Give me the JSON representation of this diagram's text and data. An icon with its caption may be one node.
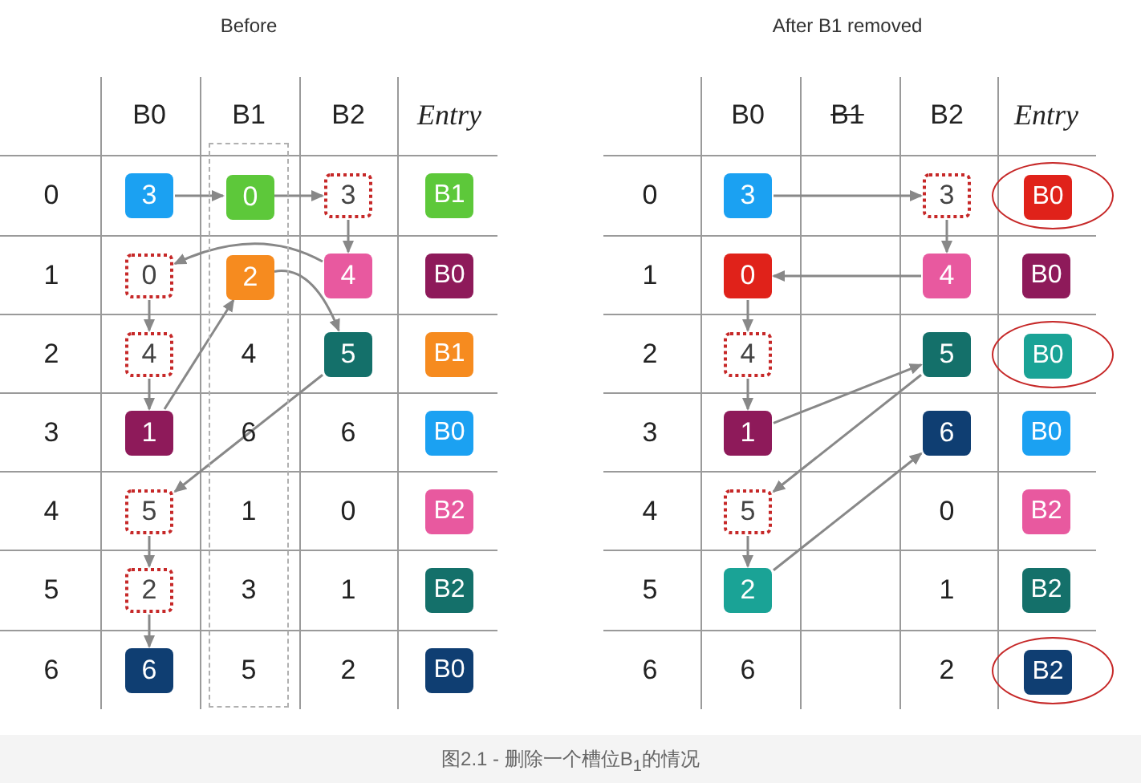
{
  "diagram": {
    "caption": "图2.1 - 删除一个槽位B$_{1}$的情况",
    "nodes": [
      {
        "text": [],
        "shape": "box"
      },
      {
        "text": [
          "3"
        ]
      },
      {
        "text": [
          "0"
        ],
        "in": 0
      },
      {
        "text": [
          "3"
        ]
      },
      {
        "text": [
          "B1"
        ]
      },
      {
        "text": [
          "0"
        ]
      },
      {
        "text": [
          "2"
        ],
        "in": 0
      },
      {
        "text": [
          "4"
        ]
      },
      {
        "text": [
          "B0"
        ]
      },
      {
        "text": [
          "4"
        ]
      },
      {
        "text": [
          "5"
        ]
      },
      {
        "text": [
          "B1"
        ]
      },
      {
        "text": [
          "1"
        ]
      },
      {
        "text": [
          "B0"
        ]
      },
      {
        "text": [
          "5"
        ]
      },
      {
        "text": [
          "B2"
        ]
      },
      {
        "text": [
          "2"
        ]
      },
      {
        "text": [
          "B2"
        ]
      },
      {
        "text": [
          "6"
        ]
      },
      {
        "text": [
          "B0"
        ]
      },
      {
        "text": [
          "3"
        ]
      },
      {
        "text": [
          "3"
        ]
      },
      {
        "text": [],
        "shape": "circle"
      },
      {
        "text": [
          "B0"
        ],
        "in": 22
      },
      {
        "text": [
          "0"
        ]
      },
      {
        "text": [
          "4"
        ]
      },
      {
        "text": [
          "B0"
        ]
      },
      {
        "text": [
          "4"
        ]
      },
      {
        "text": [
          "5"
        ]
      },
      {
        "text": [],
        "shape": "circle"
      },
      {
        "text": [
          "B0"
        ],
        "in": 29
      },
      {
        "text": [
          "1"
        ]
      },
      {
        "text": [
          "6"
        ]
      },
      {
        "text": [
          "B0"
        ]
      },
      {
        "text": [
          "5"
        ]
      },
      {
        "text": [
          "B2"
        ]
      },
      {
        "text": [
          "2"
        ]
      },
      {
        "text": [
          "B2"
        ]
      },
      {
        "text": [],
        "shape": "circle"
      },
      {
        "text": [
          "B2"
        ],
        "in": 38
      }
    ],
    "edges": [
      {
        "from": 1,
        "to": 2,
        "arrow": "to"
      },
      {
        "from": 2,
        "to": 3,
        "arrow": "to"
      },
      {
        "from": 3,
        "to": 7,
        "arrow": "to"
      },
      {
        "from": 7,
        "to": 5,
        "arrow": "to"
      },
      {
        "from": 5,
        "to": 9,
        "arrow": "to"
      },
      {
        "from": 9,
        "to": 12,
        "arrow": "to"
      },
      {
        "from": 12,
        "to": 6,
        "arrow": "to"
      },
      {
        "from": 6,
        "to": 10,
        "arrow": "to"
      },
      {
        "from": 10,
        "to": 14,
        "arrow": "to"
      },
      {
        "from": 14,
        "to": 16,
        "arrow": "to"
      },
      {
        "from": 16,
        "to": 18,
        "arrow": "to"
      },
      {
        "from": 20,
        "to": 21,
        "arrow": "to"
      },
      {
        "from": 21,
        "to": 25,
        "arrow": "to"
      },
      {
        "from": 25,
        "to": 24,
        "arrow": "to"
      },
      {
        "from": 24,
        "to": 27,
        "arrow": "to"
      },
      {
        "from": 27,
        "to": 31,
        "arrow": "to"
      },
      {
        "from": 31,
        "to": 28,
        "arrow": "to"
      },
      {
        "from": 28,
        "to": 34,
        "arrow": "to"
      },
      {
        "from": 34,
        "to": 36,
        "arrow": "to"
      },
      {
        "from": 36,
        "to": 32,
        "arrow": "to"
      }
    ],
    "labels": [
      "Before",
      "After B1 removed",
      "B0",
      "B1",
      "B2",
      "Entry",
      "0",
      "1",
      "2",
      "4",
      "3",
      "6",
      "6",
      "4",
      "1",
      "0",
      "5",
      "3",
      "1",
      "6",
      "5",
      "2",
      "B0",
      "B1",
      "B2",
      "Entry",
      "0",
      "1",
      "2",
      "3",
      "4",
      "0",
      "5",
      "1",
      "6",
      "6",
      "2"
    ]
  }
}
